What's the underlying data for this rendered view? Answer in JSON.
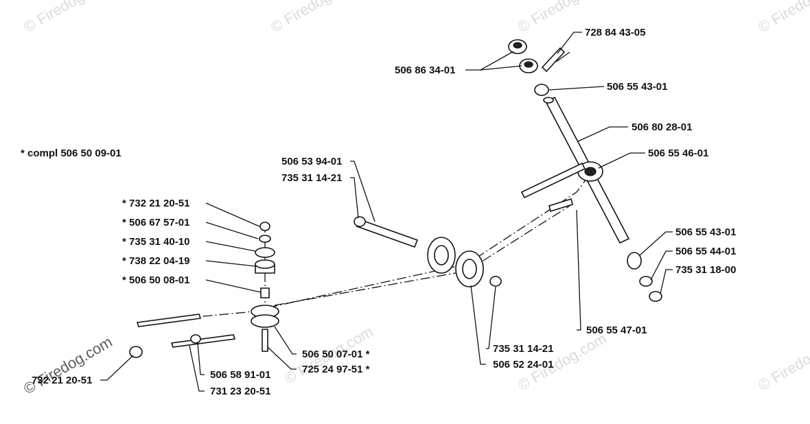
{
  "note": "* compl 506 50 09-01",
  "labels": {
    "l1": "728 84 43-05",
    "l2": "506 86 34-01",
    "l3": "506 55 43-01",
    "l4": "506 80 28-01",
    "l5": "506 55 46-01",
    "l6": "506 53 94-01",
    "l7": "735 31 14-21",
    "l8": "* 732 21 20-51",
    "l9": "* 506 67 57-01",
    "l10": "* 735 31 40-10",
    "l11": "* 738 22 04-19",
    "l12": "* 506 50 08-01",
    "l13": "506 55 43-01",
    "l14": "506 55 44-01",
    "l15": "735 31 18-00",
    "l16": "506 55 47-01",
    "l17": "735 31 14-21",
    "l18": "506 52 24-01",
    "l19": "506 50 07-01  *",
    "l20": "725 24 97-51  *",
    "l21": "506 58 91-01",
    "l22": "731 23 20-51",
    "l23": "732 21 20-51"
  },
  "watermark": "© Firedog.com"
}
